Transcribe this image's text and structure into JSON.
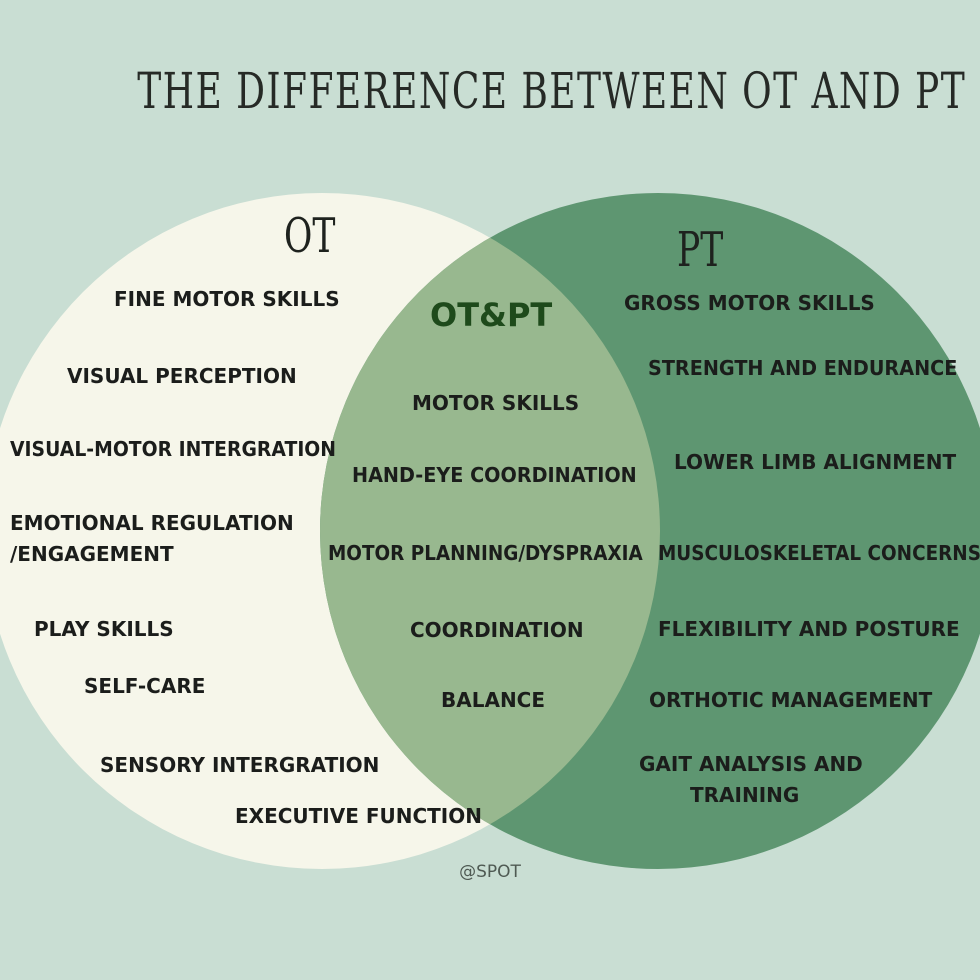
{
  "title": "THE DIFFERENCE BETWEEN OT AND PT",
  "colors": {
    "background": "#c9ded3",
    "ot_circle": "#f6f6ea",
    "pt_circle": "#5e9671",
    "overlap": "#98b88f",
    "overlap_label": "#1e4a1b"
  },
  "ot": {
    "label": "OT",
    "items": [
      "FINE MOTOR SKILLS",
      "VISUAL PERCEPTION",
      "VISUAL-MOTOR INTERGRATION",
      "EMOTIONAL REGULATION",
      "/ENGAGEMENT",
      "PLAY SKILLS",
      "SELF-CARE",
      "SENSORY INTERGRATION",
      "EXECUTIVE FUNCTION"
    ]
  },
  "pt": {
    "label": "PT",
    "items": [
      "GROSS MOTOR SKILLS",
      "STRENGTH AND ENDURANCE",
      "LOWER LIMB ALIGNMENT",
      "MUSCULOSKELETAL CONCERNS",
      "FLEXIBILITY AND POSTURE",
      "ORTHOTIC MANAGEMENT",
      "GAIT ANALYSIS AND",
      "TRAINING"
    ]
  },
  "both": {
    "label": "OT&PT",
    "items": [
      "MOTOR SKILLS",
      "HAND-EYE COORDINATION",
      "MOTOR PLANNING/DYSPRAXIA",
      "COORDINATION",
      "BALANCE"
    ]
  },
  "credit": "@SPOT"
}
